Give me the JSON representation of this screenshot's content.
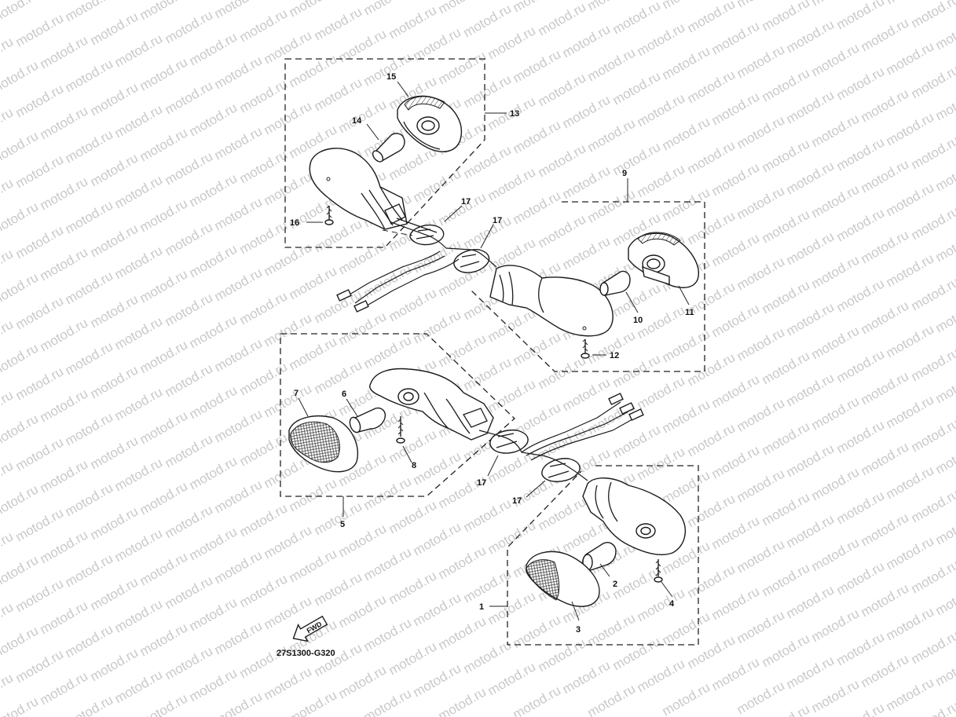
{
  "watermark": "motod.ru",
  "diagram_code": "27S1300-G320",
  "fwd_label": "FWD",
  "callouts": {
    "c1": "1",
    "c2": "2",
    "c3": "3",
    "c4": "4",
    "c5": "5",
    "c6": "6",
    "c7": "7",
    "c8": "8",
    "c9": "9",
    "c10": "10",
    "c11": "11",
    "c12": "12",
    "c13": "13",
    "c14": "14",
    "c15": "15",
    "c16": "16",
    "c17": "17"
  }
}
